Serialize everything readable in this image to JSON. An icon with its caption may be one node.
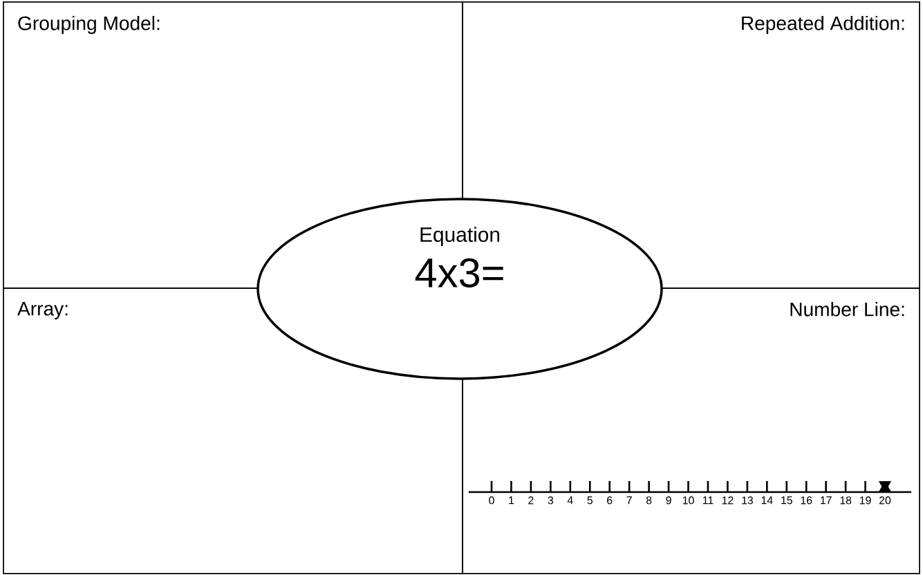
{
  "diagram": {
    "nodes": [
      {
        "text": [
          "Grouping Model:"
        ]
      },
      {
        "text": [
          "Repeated Addition:"
        ]
      },
      {
        "text": [
          "Array:"
        ]
      },
      {
        "text": [
          "Number Line:"
        ]
      },
      {
        "text": [
          "Equation",
          "4x3="
        ]
      }
    ],
    "labels": [
      "0",
      "1",
      "2",
      "3",
      "4",
      "5",
      "6",
      "7",
      "8",
      "9",
      "10",
      "11",
      "12",
      "13",
      "14",
      "15",
      "16",
      "17",
      "18",
      "19",
      "20"
    ]
  }
}
